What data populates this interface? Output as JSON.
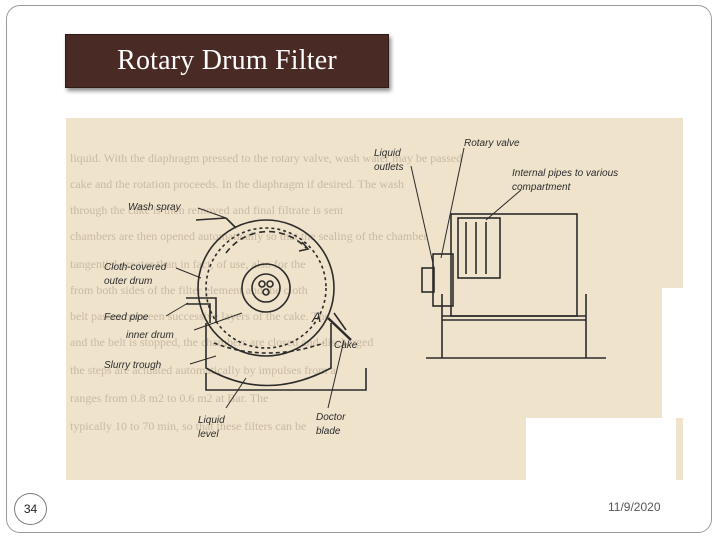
{
  "slide": {
    "title": "Rotary Drum Filter",
    "number": "34",
    "date": "11/9/2020"
  },
  "figure": {
    "labels": {
      "wash_spray": "Wash spray",
      "cloth_covered_outer_drum_1": "Cloth-covered",
      "cloth_covered_outer_drum_2": "outer drum",
      "feed_pipe": "Feed pipe",
      "inner_drum": "inner drum",
      "slurry_trough": "Slurry trough",
      "liquid_level_1": "Liquid",
      "liquid_level_2": "level",
      "doctor_blade_1": "Doctor",
      "doctor_blade_2": "blade",
      "cake": "Cake",
      "liquid_outlets_1": "Liquid",
      "liquid_outlets_2": "outlets",
      "rotary_valve": "Rotary valve",
      "internal_pipes_1": "Internal pipes to various",
      "internal_pipes_2": "compartment",
      "a_mark": "A"
    },
    "background_text": [
      "liquid. With the diaphragm pressed to the rotary valve, wash water may be passed",
      "cake and the rotation proceeds. In the diaphragm if desired. The wash",
      "through the cake is then removed and final filtrate is sent",
      "chambers are then opened automatically so that the sealing of the chamber",
      "tangential greater than in fact, of use, also for the",
      "from both sides of the filter element and the cloth",
      "belt passes between successive layers of the cake. The",
      "and the belt is stopped, the chambers are closed and discharged",
      "the steps are actuated automatically by impulses from a",
      "ranges from 0.8 m2 to 0.6 m2 at Bar. The",
      "typically 10 to 70 min, so that these filters can be"
    ]
  }
}
